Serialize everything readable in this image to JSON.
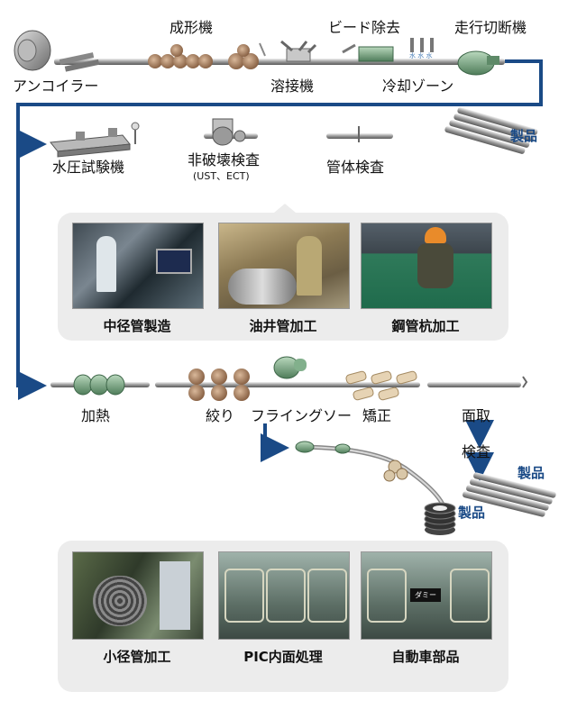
{
  "line1": {
    "uncoiler": "アンコイラー",
    "forming": "成形機",
    "welding": "溶接機",
    "bead_removal": "ビード除去",
    "cooling_zone": "冷却ゾーン",
    "flying_cutter": "走行切断機"
  },
  "line2": {
    "hydro_test": "水圧試験機",
    "ndt": "非破壊検査",
    "ndt_sub": "(UST、ECT)",
    "pipe_inspection": "管体検査",
    "product": "製品"
  },
  "panel1": {
    "captions": [
      "中径管製造",
      "油井管加工",
      "鋼管杭加工"
    ]
  },
  "line3": {
    "heating": "加熱",
    "reducing": "絞り",
    "flying_saw": "フライングソー",
    "straightening": "矯正",
    "chamfer": "面取",
    "inspection": "検査",
    "product_right": "製品",
    "product_coil": "製品"
  },
  "panel2": {
    "captions": [
      "小径管加工",
      "PIC内面処理",
      "自動車部品"
    ],
    "dummy_label": "ダミー"
  },
  "colors": {
    "flow_line": "#1a4a86",
    "panel_bg": "#ececec",
    "roll_brown": "#a27a5a",
    "green_machine": "#6f9a78"
  }
}
